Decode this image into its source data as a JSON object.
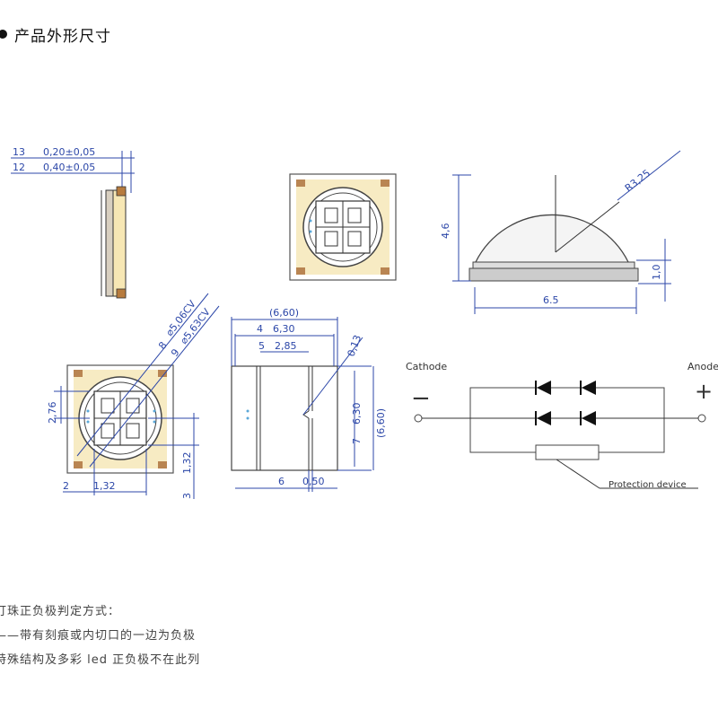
{
  "header": {
    "title": "产品外形尺寸"
  },
  "side_view": {
    "dims": [
      {
        "id": "13",
        "text": "0,20±0,05"
      },
      {
        "id": "12",
        "text": "0,40±0,05"
      }
    ]
  },
  "lens_view": {
    "radius": "R3,25",
    "height": "4,6",
    "base_height": "1,0",
    "width": "6.5"
  },
  "bottom_view": {
    "d1_num": "8",
    "d1_text": "⌀5,06CV",
    "d2_num": "9",
    "d2_text": "⌀5,63CV",
    "left_dim": "2,76",
    "bottom_num": "2",
    "bottom_text": "1,32",
    "right_text": "1,32",
    "right_num": "3"
  },
  "pad_view": {
    "overall": "(6,60)",
    "dim4_num": "4",
    "dim4_text": "6,30",
    "dim5_num": "5",
    "dim5_text": "2,85",
    "notch": "0,13",
    "dim7_num": "7",
    "dim7_text": "6,30",
    "overall_v": "(6,60)",
    "dim6_num": "6",
    "dim6_text": "0,50"
  },
  "circuit": {
    "cathode_label": "Cathode",
    "anode_label": "Anode",
    "minus": "−",
    "plus": "+",
    "protection_label": "Protection device"
  },
  "notes": [
    "灯珠正负极判定方式：",
    "——带有刻痕或内切口的一边为负极",
    "特殊结构及多彩 led 正负极不在此列"
  ]
}
